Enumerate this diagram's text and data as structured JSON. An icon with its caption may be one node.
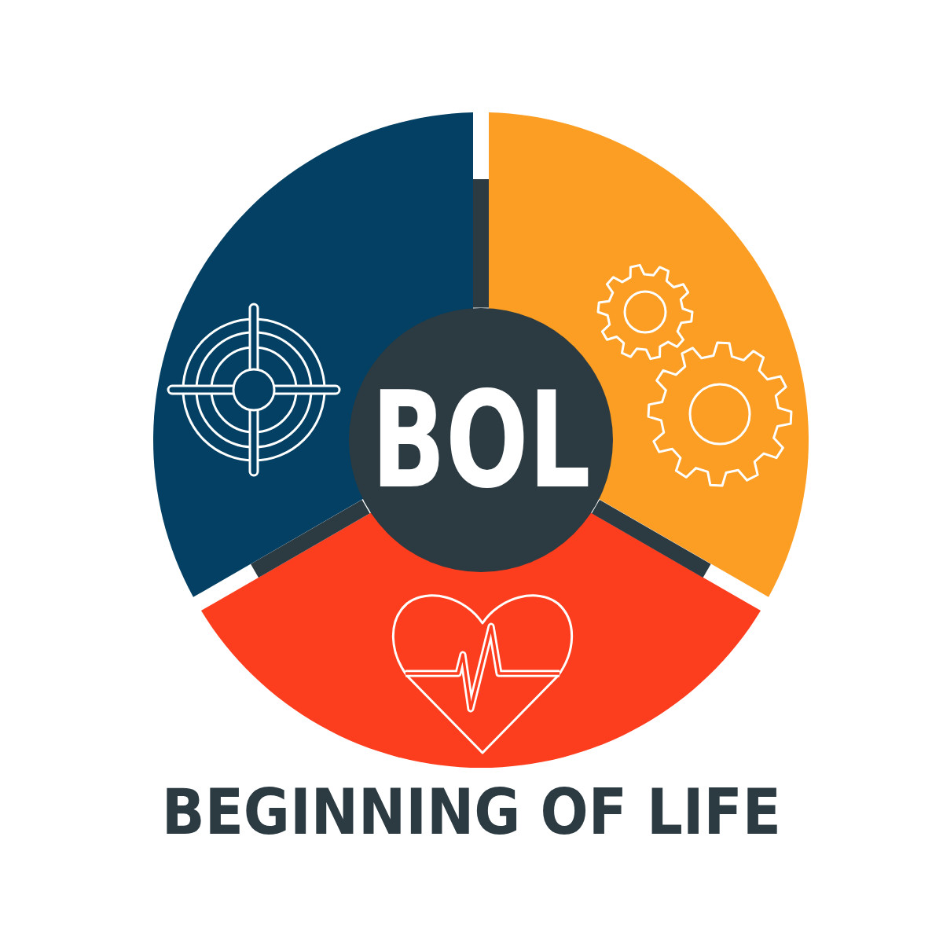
{
  "diagram": {
    "title": "BEGINNING OF LIFE",
    "nodes": [
      {
        "text": [
          "BOL"
        ]
      },
      {
        "text": [],
        "shape": "bar"
      },
      {
        "text": [],
        "shape": "bar"
      },
      {
        "text": [],
        "shape": "bar"
      }
    ]
  }
}
